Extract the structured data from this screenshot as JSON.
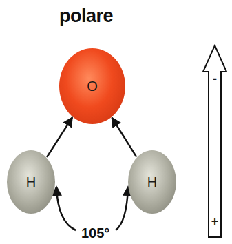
{
  "diagram": {
    "title": "polare",
    "nodes": [
      {
        "text": [
          "O"
        ]
      },
      {
        "text": [
          "H"
        ]
      },
      {
        "text": [
          "H"
        ]
      },
      {
        "text": [
          "-",
          "+"
        ]
      }
    ],
    "edges": [
      {
        "from": 1,
        "to": 0,
        "arrow": "to"
      },
      {
        "from": 2,
        "to": 0,
        "arrow": "to"
      }
    ],
    "labels": [
      "105°"
    ]
  }
}
